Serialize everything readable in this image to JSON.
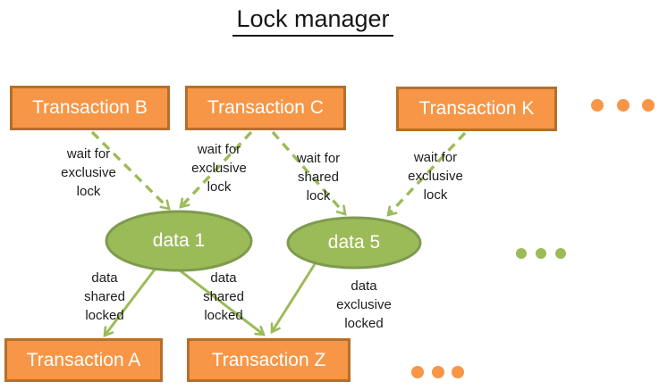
{
  "title": "Lock manager",
  "nodes": {
    "transaction_b": {
      "label": "Transaction B",
      "type": "transaction"
    },
    "transaction_c": {
      "label": "Transaction C",
      "type": "transaction"
    },
    "transaction_k": {
      "label": "Transaction K",
      "type": "transaction"
    },
    "transaction_a": {
      "label": "Transaction A",
      "type": "transaction"
    },
    "transaction_z": {
      "label": "Transaction Z",
      "type": "transaction"
    },
    "data_1": {
      "label": "data 1",
      "type": "data-item"
    },
    "data_5": {
      "label": "data 5",
      "type": "data-item"
    }
  },
  "edges": [
    {
      "from": "Transaction B",
      "to": "data 1",
      "style": "dashed",
      "label": "wait for\nexclusive\nlock"
    },
    {
      "from": "Transaction C",
      "to": "data 1",
      "style": "dashed",
      "label": "wait for\nexclusive\nlock"
    },
    {
      "from": "Transaction C",
      "to": "data 5",
      "style": "dashed",
      "label": "wait for\nshared\nlock"
    },
    {
      "from": "Transaction K",
      "to": "data 5",
      "style": "dashed",
      "label": "wait for\nexclusive\nlock"
    },
    {
      "from": "data 1",
      "to": "Transaction A",
      "style": "solid",
      "label": "data\nshared\nlocked"
    },
    {
      "from": "data 1",
      "to": "Transaction Z",
      "style": "solid",
      "label": "data\nshared\nlocked"
    },
    {
      "from": "data 5",
      "to": "Transaction Z",
      "style": "solid",
      "label": "data\nexclusive\nlocked"
    }
  ],
  "ellipsis_dots": {
    "top_right_count": 3,
    "middle_right_count": 3,
    "bottom_count": 3
  },
  "colors": {
    "transaction_fill": "#F79646",
    "transaction_border": "#B56F2B",
    "data_fill": "#9BBB59",
    "data_border": "#7E9B4D",
    "arrow": "#9CBB59",
    "label_text": "#1C1C1C",
    "node_text": "#FFFFFF",
    "title_text": "#161616"
  }
}
